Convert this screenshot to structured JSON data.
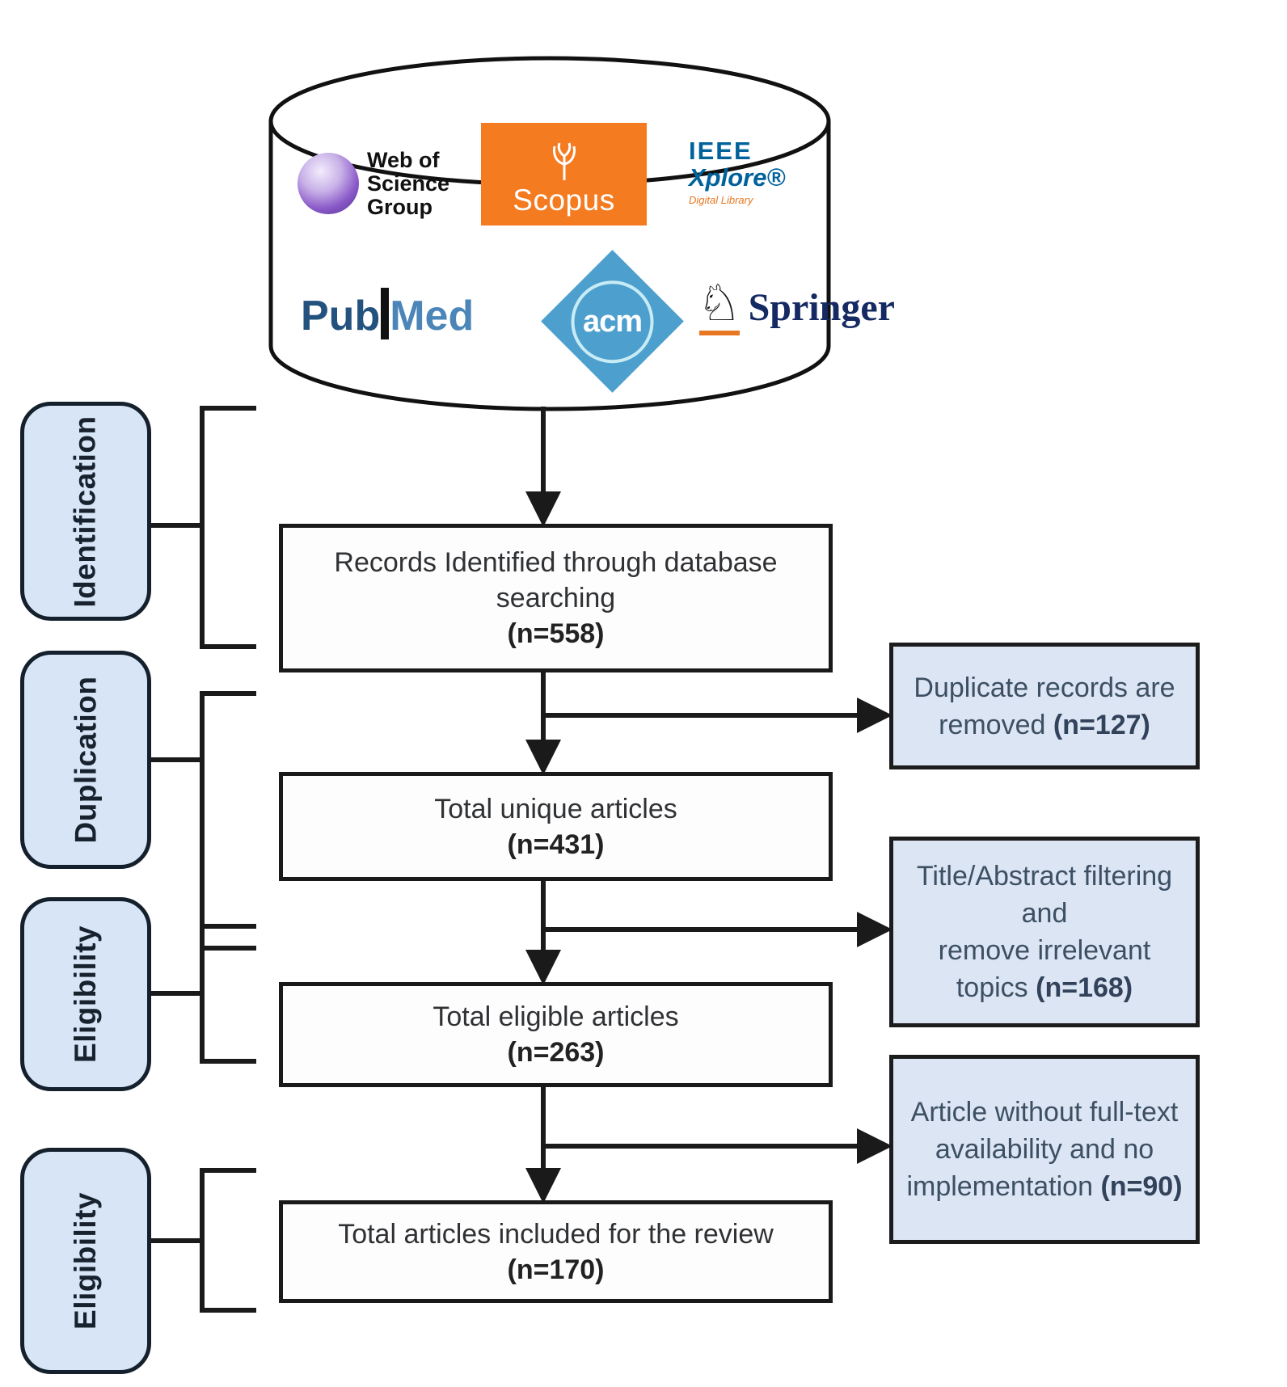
{
  "diagram": {
    "stages": [
      {
        "label": "Identification"
      },
      {
        "label": "Duplication"
      },
      {
        "label": "Eligibility"
      },
      {
        "label": "Eligibility"
      }
    ],
    "databases": {
      "web_of_science": {
        "line1": "Web of",
        "line2": "Science",
        "line3": "Group"
      },
      "scopus": {
        "name": "Scopus"
      },
      "ieee": {
        "line1": "IEEE",
        "line2": "Xplore®",
        "line3": "Digital Library"
      },
      "pubmed": {
        "part1": "Pub",
        "part2": "Med"
      },
      "acm": {
        "text": "acm"
      },
      "springer": {
        "name": "Springer"
      }
    },
    "flow_boxes": [
      {
        "line1": "Records Identified through database",
        "line2": "searching",
        "n": "(n=558)"
      },
      {
        "line1": "Total unique articles",
        "n": "(n=431)"
      },
      {
        "line1": "Total eligible articles",
        "n": "(n=263)"
      },
      {
        "line1": "Total articles included for the review",
        "n": "(n=170)"
      }
    ],
    "side_boxes": [
      {
        "line1": "Duplicate records are",
        "line2_pre": "removed ",
        "n": "(n=127)"
      },
      {
        "line1": "Title/Abstract filtering and",
        "line2": "remove irrelevant",
        "line3_pre": "topics ",
        "n": "(n=168)"
      },
      {
        "line1": "Article without full-text",
        "line2": "availability and no",
        "line3_pre": "implementation ",
        "n": "(n=90)"
      }
    ],
    "icons": {
      "wos_glyph": "purple-sphere",
      "scopus_emblem": "elsevier-tree",
      "pubmed_divider": "▮",
      "acm_shape": "blue-diamond-circle",
      "springer_glyph": "♘"
    },
    "colors": {
      "side_box_fill": "#dbe5f3",
      "stage_fill": "#d7e5f7",
      "line": "#1a1a1a",
      "scopus_orange": "#f47b20",
      "ieee_blue": "#00629b",
      "digital_library_orange": "#e87722",
      "acm_blue": "#4d9fce",
      "pubmed_dark_blue": "#24527e",
      "pubmed_light_blue": "#4c86b8",
      "springer_navy": "#152a63",
      "wos_purple": "#6b3fa0"
    }
  }
}
